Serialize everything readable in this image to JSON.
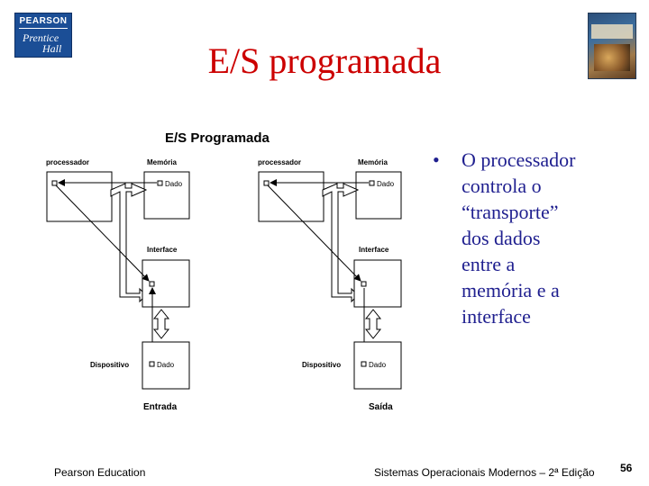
{
  "logo": {
    "brand": "PEARSON",
    "line1": "Prentice",
    "line2": "Hall"
  },
  "slide_title": "E/S programada",
  "diagram": {
    "title": "E/S Programada",
    "panels": [
      {
        "processor": "processador",
        "memory": "Memória",
        "memory_data": "Dado",
        "interface": "Interface",
        "device": "Dispositivo",
        "device_data": "Dado",
        "caption": "Entrada"
      },
      {
        "processor": "processador",
        "memory": "Memória",
        "memory_data": "Dado",
        "interface": "Interface",
        "device": "Dispositivo",
        "device_data": "Dado",
        "caption": "Saída"
      }
    ]
  },
  "bullet": {
    "symbol": "•",
    "text": "O processador\ncontrola o\n“transporte”\ndos dados\nentre a\nmemória e a\ninterface"
  },
  "footer": {
    "left": "Pearson Education",
    "right": "Sistemas Operacionais Modernos – 2ª Edição",
    "page": "56"
  },
  "colors": {
    "title": "#cc0000",
    "bullet_text": "#1f1f8f"
  }
}
